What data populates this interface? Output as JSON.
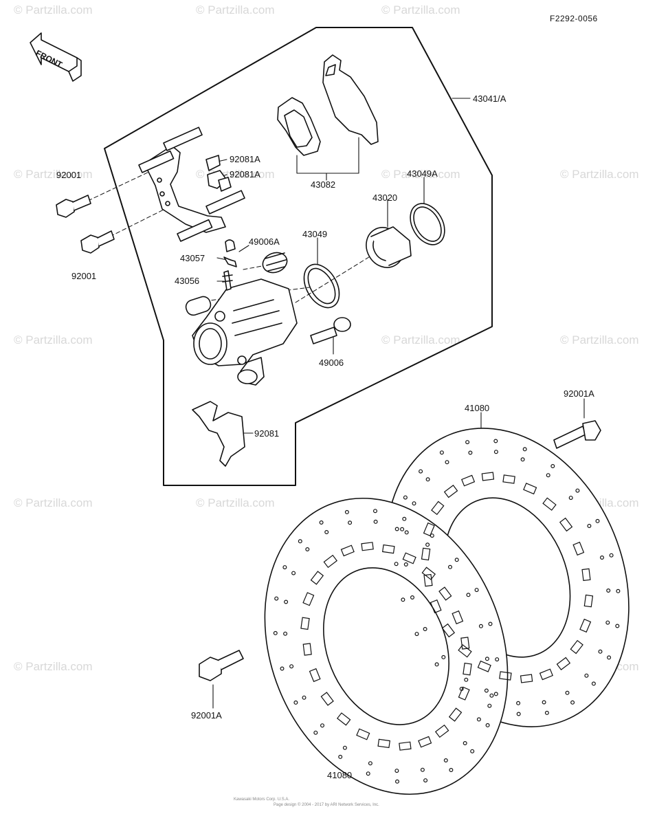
{
  "figure_code": "F2292-0056",
  "front_label": "FRONT",
  "watermark": "© Partzilla.com",
  "footer_line1": "Kawasaki Motors Corp. U.S.A.",
  "footer_line2": "Page design © 2004 - 2017 by ARI Network Services, Inc.",
  "parts": {
    "p43041": "43041/A",
    "p92081A_1": "92081A",
    "p92081A_2": "92081A",
    "p92001_1": "92001",
    "p92001_2": "92001",
    "p43082": "43082",
    "p43049A": "43049A",
    "p43020": "43020",
    "p49006A": "49006A",
    "p43049": "43049",
    "p43057": "43057",
    "p43056": "43056",
    "p49006": "49006",
    "p92081": "92081",
    "p41080_top": "41080",
    "p92001A_top": "92001A",
    "p92001A_bottom": "92001A",
    "p41080_bottom": "41080"
  }
}
